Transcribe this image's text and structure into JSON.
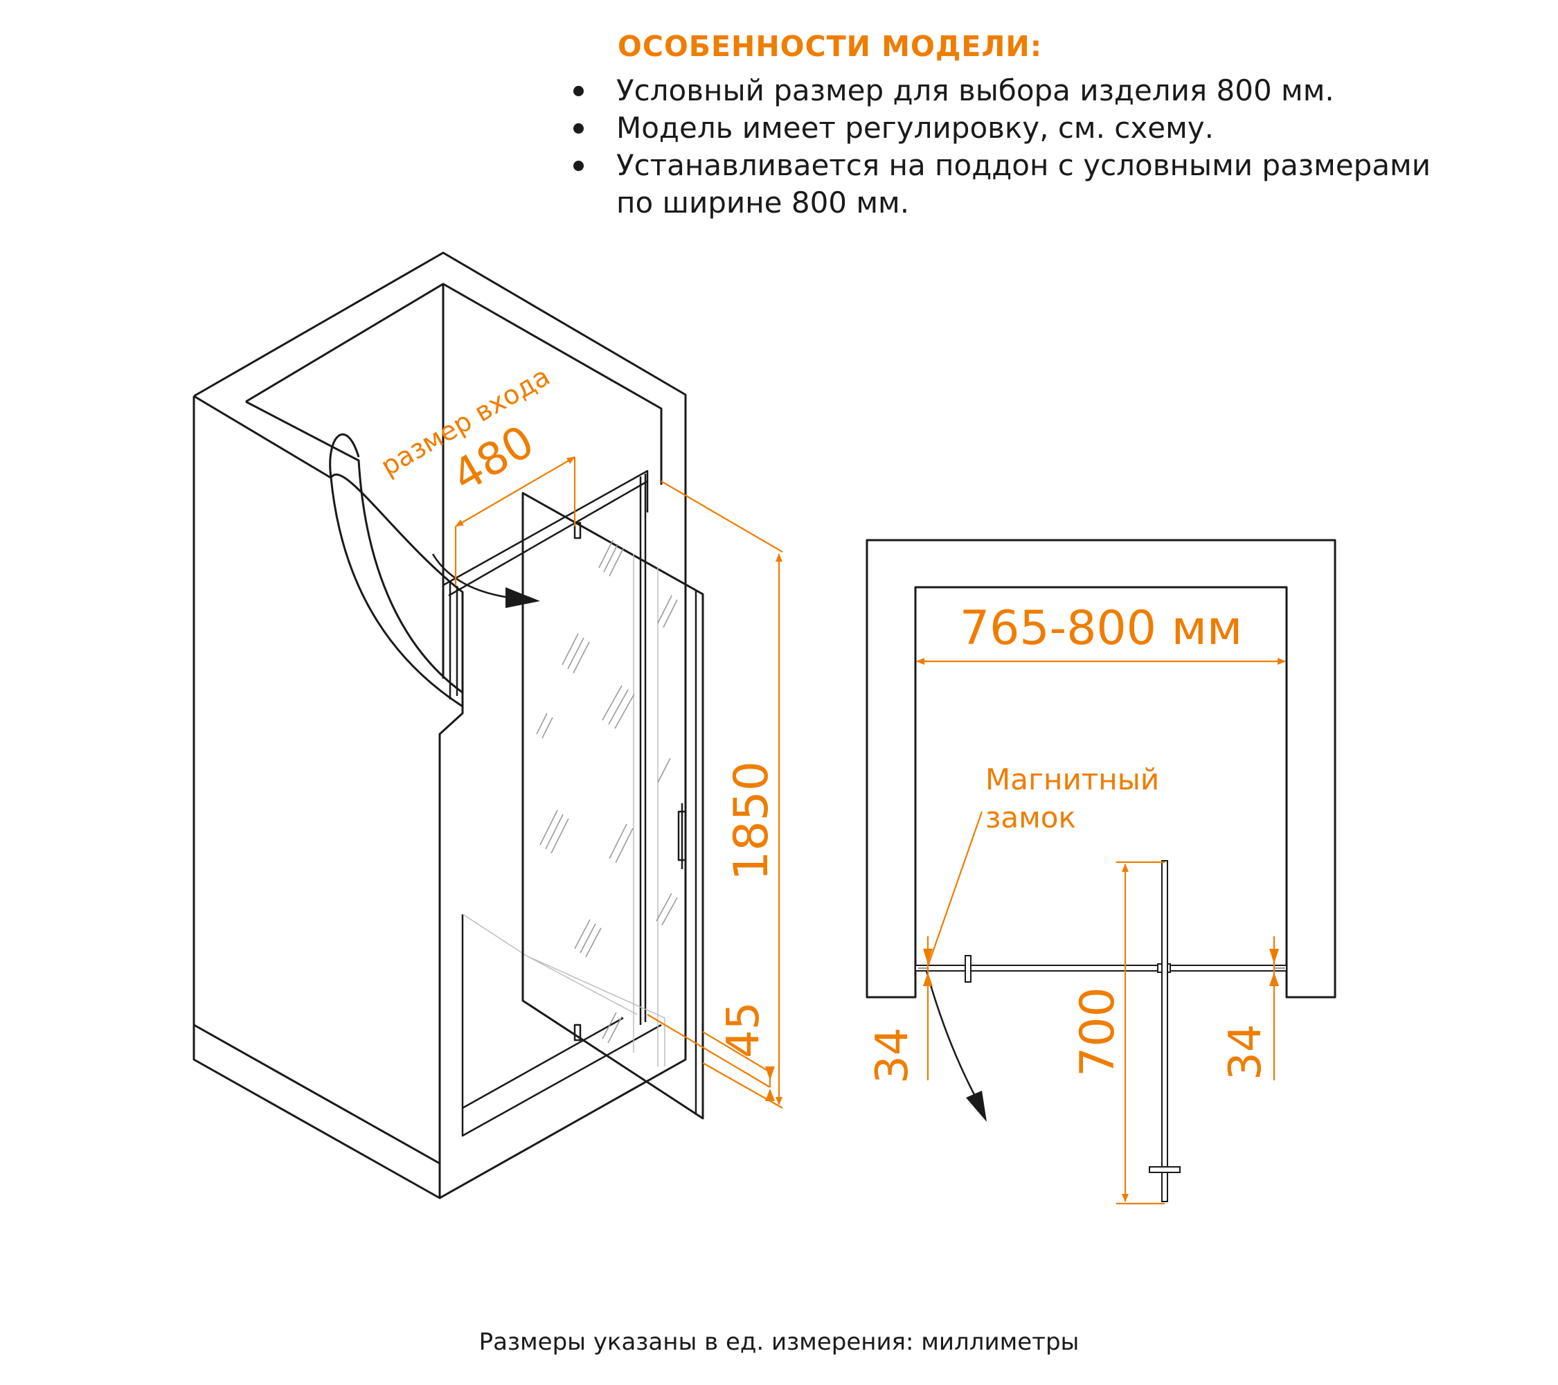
{
  "features": {
    "title": "ОСОБЕННОСТИ МОДЕЛИ:",
    "items": [
      "Условный размер для выбора изделия 800 мм.",
      "Модель имеет регулировку, см. схему.",
      "Устанавливается на поддон с условными размерами по ширине 800 мм."
    ]
  },
  "iso_view": {
    "entry_label": "размер входа",
    "entry_width": "480",
    "height": "1850",
    "bottom_offset": "45"
  },
  "plan_view": {
    "width_range": "765-800 мм",
    "lock_label_line1": "Магнитный",
    "lock_label_line2": "замок",
    "left_gap": "34",
    "right_gap": "34",
    "door_swing": "700"
  },
  "footer": {
    "note": "Размеры указаны в ед. измерения: миллиметры"
  },
  "colors": {
    "accent": "#ef7d00",
    "line": "#1a1a1a"
  }
}
